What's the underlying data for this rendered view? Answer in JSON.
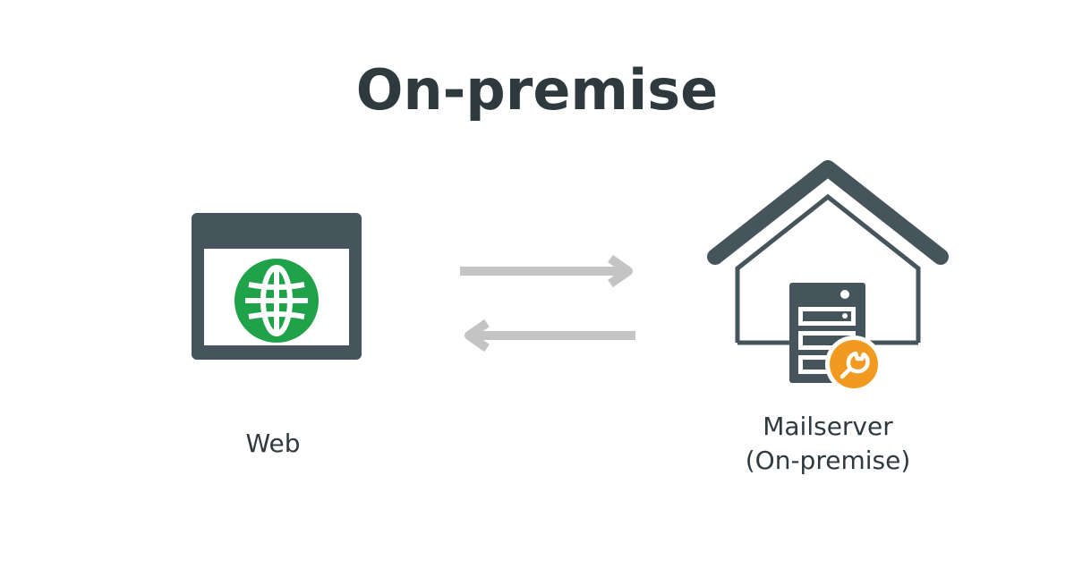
{
  "title": "On-premise",
  "nodes": {
    "web": {
      "label": "Web",
      "icon": "browser-globe-icon"
    },
    "mailserver": {
      "label_line1": "Mailserver",
      "label_line2": "(On-premise)",
      "icon": "house-server-icon",
      "badge_icon": "wrench-icon"
    }
  },
  "arrows": {
    "to_mailserver": "arrow-right-icon",
    "to_web": "arrow-left-icon"
  },
  "colors": {
    "dark": "#46555c",
    "text": "#2f3a3f",
    "globe": "#1fa24a",
    "arrow": "#c4c4c4",
    "badge": "#f29a1f"
  }
}
